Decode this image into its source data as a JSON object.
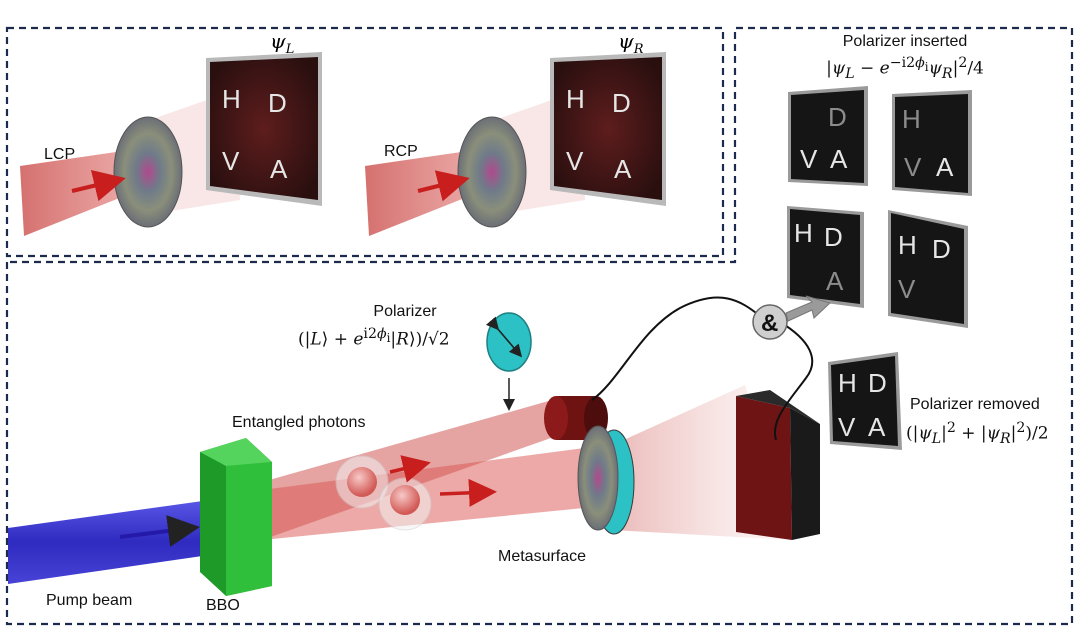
{
  "top_left": {
    "beam_label": "LCP",
    "screen_title": "ψ_L"
  },
  "top_middle": {
    "beam_label": "RCP",
    "screen_title": "ψ_R"
  },
  "polarizer_inserted": {
    "title": "Polarizer inserted",
    "formula": "|ψ_L − e^{−i2ϕ_i}ψ_R|²/4"
  },
  "polarizer": {
    "title": "Polarizer",
    "formula": "(|L⟩ + e^{i2ϕ_i}|R⟩)/√2"
  },
  "polarizer_removed": {
    "title": "Polarizer removed",
    "formula": "(|ψ_L|² + |ψ_R|²)/2"
  },
  "labels": {
    "entangled": "Entangled photons",
    "metasurface": "Metasurface",
    "pump": "Pump beam",
    "bbo": "BBO",
    "coincidence": "&"
  },
  "letters": {
    "h": "H",
    "d": "D",
    "v": "V",
    "a": "A"
  },
  "colors": {
    "dashed_frame": "#1c2a4d",
    "pump": "#3a36c9",
    "crystal": "#2fbf3a",
    "photon_beam": "#d9534f",
    "polarizer_disc": "#2cc1c4"
  }
}
